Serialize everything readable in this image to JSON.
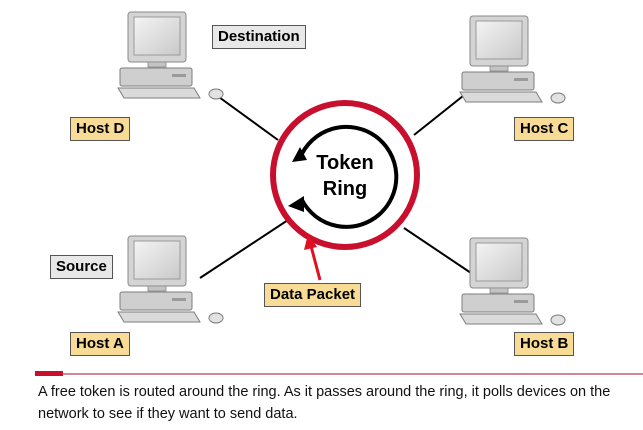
{
  "ring": {
    "line1": "Token",
    "line2": "Ring"
  },
  "hosts": {
    "a": "Host A",
    "b": "Host B",
    "c": "Host C",
    "d": "Host D"
  },
  "roles": {
    "destination": "Destination",
    "source": "Source"
  },
  "packet_label": "Data Packet",
  "caption": "A free token is routed around the ring. As it passes around the ring, it polls devices on the network to see if they want to send data.",
  "colors": {
    "ring_border": "#c8102e",
    "label_fill": "#f8dc96",
    "role_fill": "#e8e8e8",
    "computer_body": "#d6d6d6",
    "arrow_red": "#e01020"
  }
}
